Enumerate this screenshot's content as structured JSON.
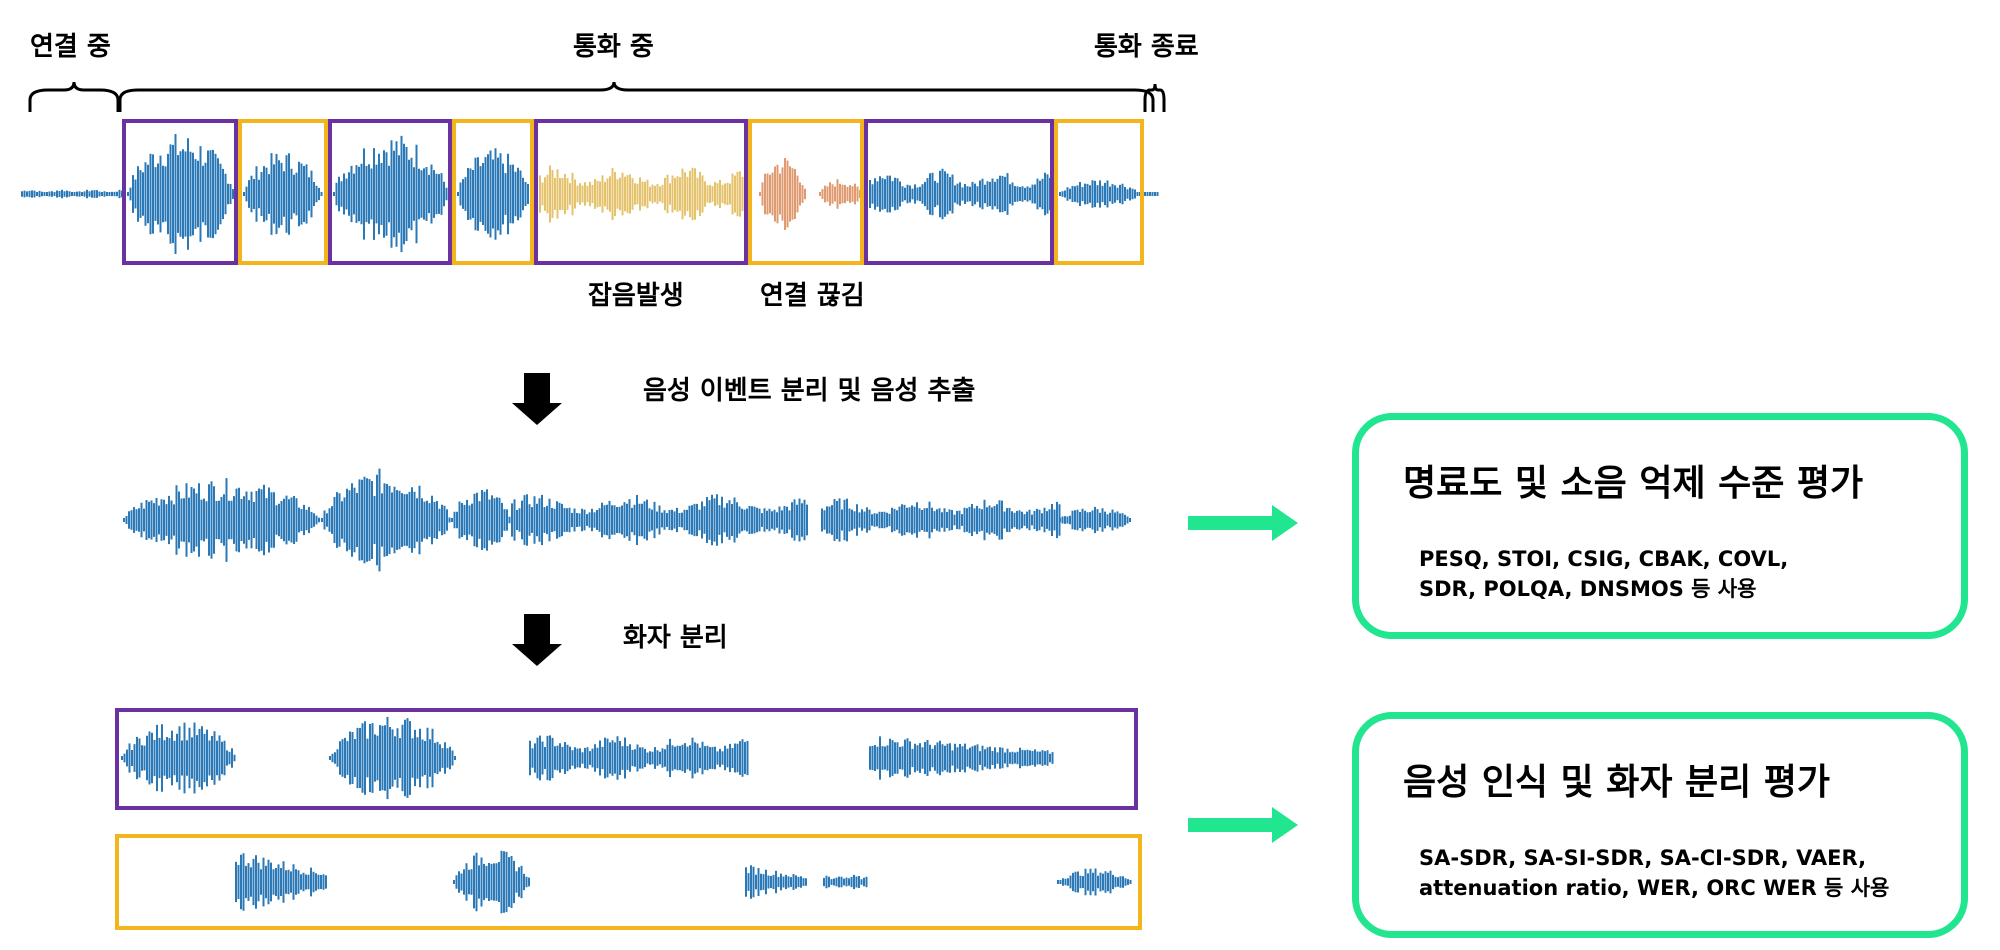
{
  "phases": {
    "connecting": "연결 중",
    "in_call": "통화 중",
    "call_end": "통화 종료"
  },
  "events": {
    "noise": "잡음발생",
    "disconnect": "연결 끊김"
  },
  "steps": {
    "step1": "음성 이벤트 분리 및 음성 추출",
    "step2": "화자 분리"
  },
  "panels": {
    "quality": {
      "title": "명료도 및 소음 억제 수준 평가",
      "metrics_line1": "PESQ, STOI, CSIG, CBAK, COVL,",
      "metrics_line2": "SDR, POLQA, DNSMOS 등 사용"
    },
    "recognition": {
      "title": "음성 인식 및 화자 분리 평가",
      "metrics_line1": "SA-SDR, SA-SI-SDR, SA-CI-SDR, VAER,",
      "metrics_line2": "attenuation ratio, WER, ORC WER 등 사용"
    }
  },
  "colors": {
    "speech": "#2b78b6",
    "noise": "#e5c26c",
    "disconnect": "#df9a70",
    "speaker1_box": "#6a32a0",
    "speaker2_box": "#f2b61c",
    "panel_border": "#22e58f",
    "arrow_green": "#22e58f",
    "arrow_black": "#000000"
  }
}
